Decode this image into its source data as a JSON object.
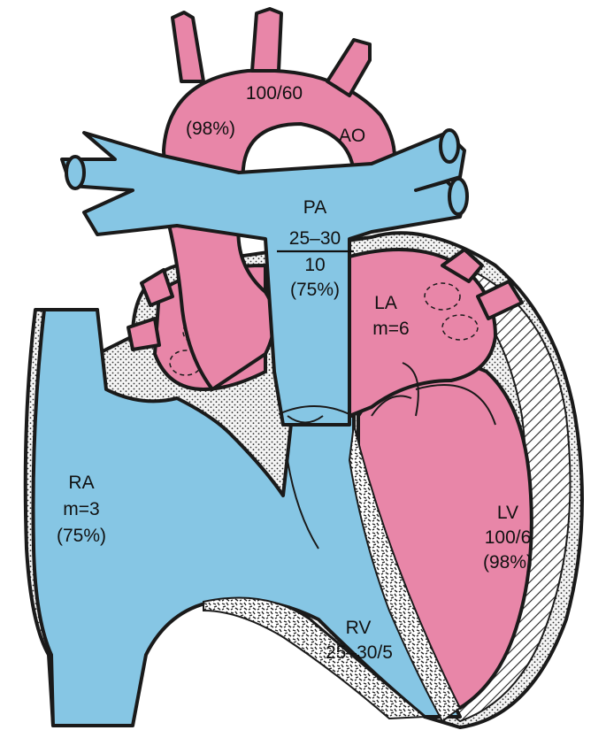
{
  "colors": {
    "oxygenated": "#e886a8",
    "deoxygenated": "#86c6e4",
    "outline": "#1a1a1a",
    "myocardium_stipple": "#efefef"
  },
  "labels": {
    "aorta": {
      "pressure": "100/60",
      "saturation": "(98%)",
      "name": "AO"
    },
    "pulmonary_artery": {
      "name": "PA",
      "systolic": "25–30",
      "diastolic": "10",
      "saturation": "(75%)"
    },
    "left_atrium": {
      "name": "LA",
      "mean": "m=6"
    },
    "right_atrium": {
      "name": "RA",
      "mean": "m=3",
      "saturation": "(75%)"
    },
    "left_ventricle": {
      "name": "LV",
      "pressure": "100/6",
      "saturation": "(98%)"
    },
    "right_ventricle": {
      "name": "RV",
      "pressure": "25–30/5"
    }
  }
}
